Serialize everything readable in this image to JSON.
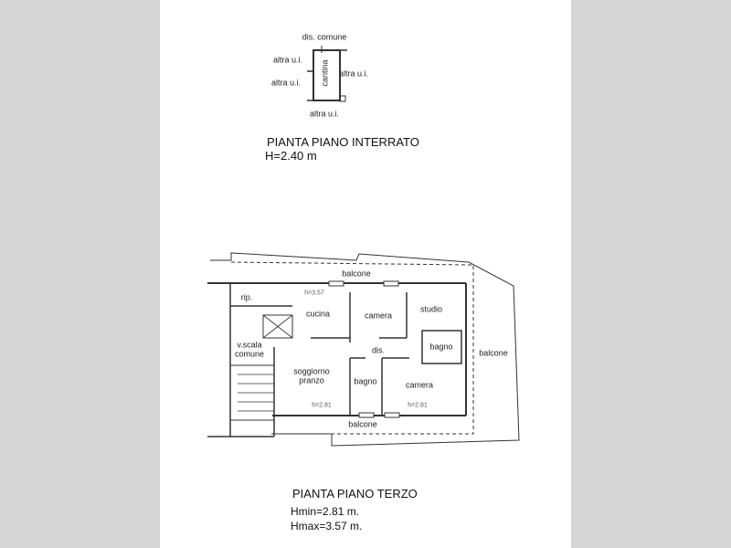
{
  "basement": {
    "labels": {
      "dis_comune": "dis. comune",
      "altra_1": "altra u.i.",
      "altra_2": "altra u.i.",
      "altra_3": "altra u.i.",
      "altra_4": "altra u.i.",
      "cantina": "cantina"
    },
    "title": "PIANTA PIANO INTERRATO",
    "height": "H=2.40 m"
  },
  "third_floor": {
    "rooms": {
      "balcone_top": "balcone",
      "balcone_right": "balcone",
      "balcone_bottom": "balcone",
      "rip": "rip.",
      "cucina": "cucina",
      "camera_1": "camera",
      "studio": "studio",
      "vscala": "v.scala",
      "comune": "comune",
      "dis": "dis.",
      "bagno_1": "bagno",
      "soggiorno": "soggiorno",
      "pranzo": "pranzo",
      "bagno_2": "bagno",
      "camera_2": "camera"
    },
    "heights": {
      "h_top": "h=3.57",
      "h_bottom_left": "h=2.81",
      "h_bottom_right": "h=2.81"
    },
    "title": "PIANTA PIANO TERZO",
    "hmin": "Hmin=2.81 m.",
    "hmax": "Hmax=3.57 m."
  }
}
